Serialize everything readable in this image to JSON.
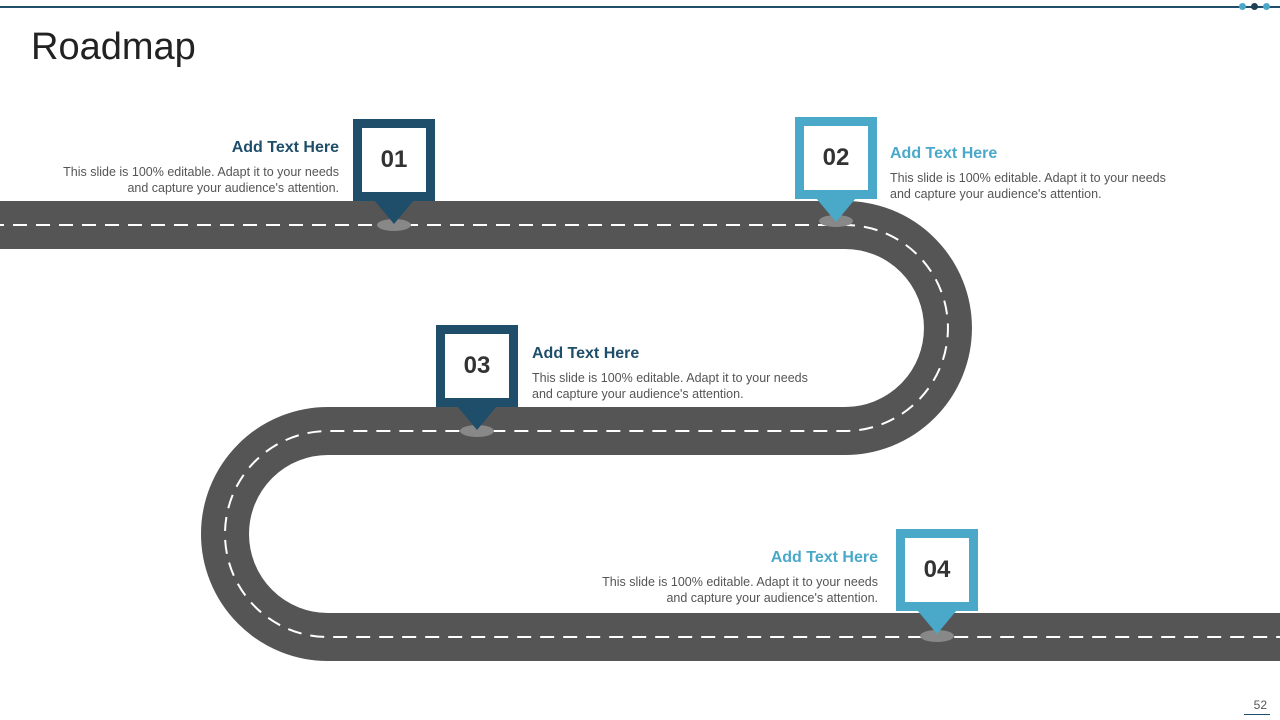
{
  "header": {
    "title": "Roadmap"
  },
  "colors": {
    "dark_accent": "#1f4e6b",
    "light_accent": "#4aa8c8",
    "road": "#555555",
    "lane_marking": "#ffffff",
    "pin_shadow": "#888888"
  },
  "milestones": [
    {
      "number": "01",
      "heading": "Add Text Here",
      "body": "This slide is 100% editable. Adapt it to your needs and capture your audience's attention."
    },
    {
      "number": "02",
      "heading": "Add Text Here",
      "body": "This slide is 100% editable. Adapt it to your needs and capture your audience's attention."
    },
    {
      "number": "03",
      "heading": "Add Text Here",
      "body": "This slide is 100% editable. Adapt it to your needs and capture your audience's attention."
    },
    {
      "number": "04",
      "heading": "Add Text Here",
      "body": "This slide is 100% editable. Adapt it to your needs and capture your audience's attention."
    }
  ],
  "footer": {
    "page_number": "52"
  }
}
